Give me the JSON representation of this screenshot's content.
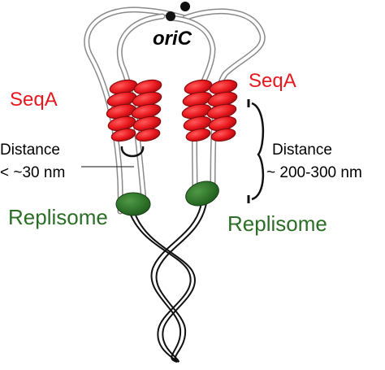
{
  "labels": {
    "origin": "oriC",
    "protein_left": "SeqA",
    "protein_right": "SeqA",
    "distance_left_title": "Distance",
    "distance_left_value": "< ~30 nm",
    "distance_right_title": "Distance",
    "distance_right_value": "~ 200-300 nm",
    "replisome_left": "Replisome",
    "replisome_right": "Replisome"
  },
  "colors": {
    "seqa": "#e8171d",
    "replisome": "#2b6e26",
    "dna_outline": "#8a8a8a",
    "dna_fill": "#ffffff",
    "text": "#000000"
  }
}
